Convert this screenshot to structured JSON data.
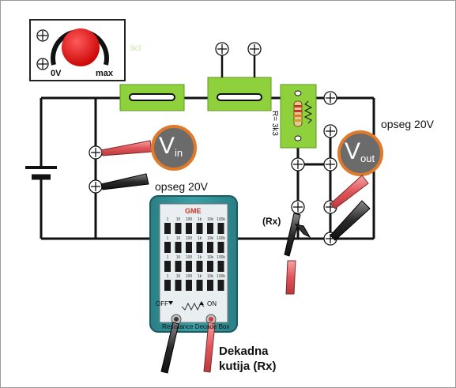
{
  "power_supply": {
    "min_label": "0V",
    "max_label": "max",
    "resistor_hint": "3k3"
  },
  "resistor": {
    "label": "R= 3k3"
  },
  "meters": {
    "vin": {
      "main": "V",
      "sub": "in",
      "range": "opseg 20V"
    },
    "vout": {
      "main": "V",
      "sub": "out",
      "range": "opseg 20V"
    }
  },
  "rx_label": "(Rx)",
  "decade_box": {
    "brand": "GME",
    "off_label": "OFF",
    "on_label": "ON",
    "caption_line1": "Dekadna",
    "caption_line2": "kutija (Rx)",
    "bottom_text": "Resistance Decade Box",
    "column_labels": [
      "1",
      "10",
      "100",
      "1k",
      "10k",
      "100k"
    ]
  },
  "colors": {
    "wire": "#111111",
    "block_green": "#8fd13c",
    "meter_orange": "#e07a2a",
    "meter_face": "#6b6b6b",
    "knob_red": "#e31b1b",
    "box_teal": "#2f8f8f",
    "probe_red": "#e06a6a",
    "probe_black": "#2b2b2b"
  }
}
